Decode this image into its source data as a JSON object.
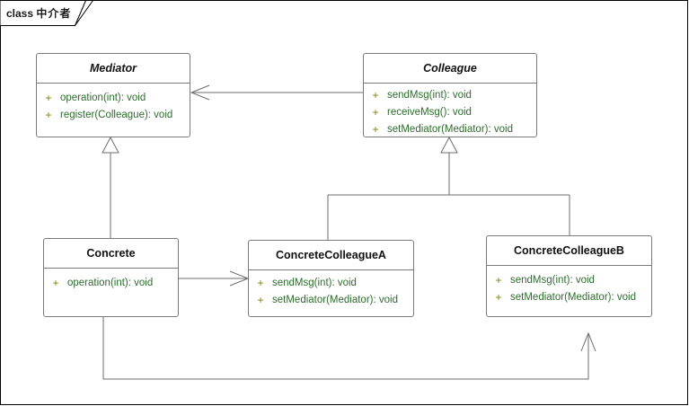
{
  "diagram": {
    "tab_keyword": "class",
    "tab_name": "中介者",
    "colors": {
      "box_border": "#7a7a7a",
      "connector": "#6e6e6e",
      "visibility": "#808000",
      "signature": "#2e6b2e",
      "title": "#111111",
      "frame": "#000000",
      "background": "#ffffff"
    },
    "classes": [
      {
        "id": "mediator",
        "name": "Mediator",
        "abstract": true,
        "members": [
          {
            "visibility": "+",
            "signature": "operation(int): void"
          },
          {
            "visibility": "+",
            "signature": "register(Colleague): void"
          }
        ]
      },
      {
        "id": "colleague",
        "name": "Colleague",
        "abstract": true,
        "members": [
          {
            "visibility": "+",
            "signature": "sendMsg(int): void"
          },
          {
            "visibility": "+",
            "signature": "receiveMsg(): void"
          },
          {
            "visibility": "+",
            "signature": "setMediator(Mediator): void"
          }
        ]
      },
      {
        "id": "concrete",
        "name": "Concrete",
        "abstract": false,
        "members": [
          {
            "visibility": "+",
            "signature": "operation(int): void"
          }
        ]
      },
      {
        "id": "concrete-colleague-a",
        "name": "ConcreteColleagueA",
        "abstract": false,
        "members": [
          {
            "visibility": "+",
            "signature": "sendMsg(int): void"
          },
          {
            "visibility": "+",
            "signature": "setMediator(Mediator): void"
          }
        ]
      },
      {
        "id": "concrete-colleague-b",
        "name": "ConcreteColleagueB",
        "abstract": false,
        "members": [
          {
            "visibility": "+",
            "signature": "sendMsg(int): void"
          },
          {
            "visibility": "+",
            "signature": "setMediator(Mediator): void"
          }
        ]
      }
    ],
    "relations": [
      {
        "id": "colleague-to-mediator",
        "type": "association",
        "from": "Colleague",
        "to": "Mediator",
        "arrow": "open"
      },
      {
        "id": "concrete-to-mediator",
        "type": "generalization",
        "from": "Concrete",
        "to": "Mediator",
        "arrow": "hollow-triangle"
      },
      {
        "id": "colleague-a-to-colleague",
        "type": "generalization",
        "from": "ConcreteColleagueA",
        "to": "Colleague",
        "arrow": "hollow-triangle"
      },
      {
        "id": "colleague-b-to-colleague",
        "type": "generalization",
        "from": "ConcreteColleagueB",
        "to": "Colleague",
        "arrow": "hollow-triangle"
      },
      {
        "id": "concrete-to-colleague-a",
        "type": "association",
        "from": "Concrete",
        "to": "ConcreteColleagueA",
        "arrow": "open"
      },
      {
        "id": "concrete-to-colleague-b",
        "type": "association",
        "from": "Concrete",
        "to": "ConcreteColleagueB",
        "arrow": "open"
      }
    ]
  }
}
